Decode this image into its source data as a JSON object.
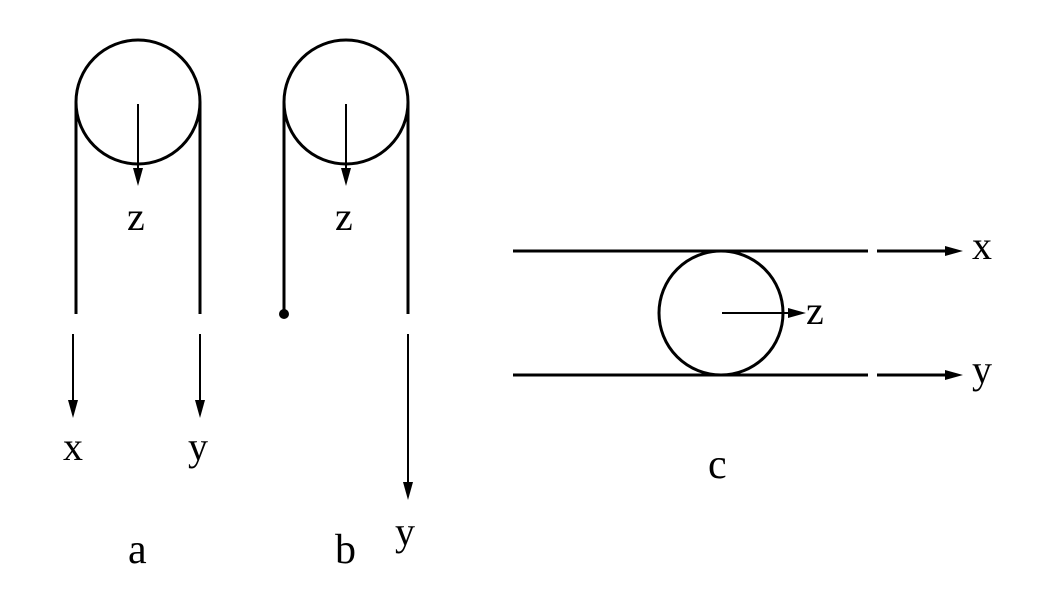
{
  "panels": {
    "a": {
      "caption": "a",
      "labels": {
        "z": "z",
        "x": "x",
        "y": "y"
      }
    },
    "b": {
      "caption": "b",
      "labels": {
        "z": "z",
        "y": "y"
      }
    },
    "c": {
      "caption": "c",
      "labels": {
        "z": "z",
        "x": "x",
        "y": "y"
      }
    }
  },
  "colors": {
    "ink": "#000000",
    "background": "#ffffff"
  }
}
